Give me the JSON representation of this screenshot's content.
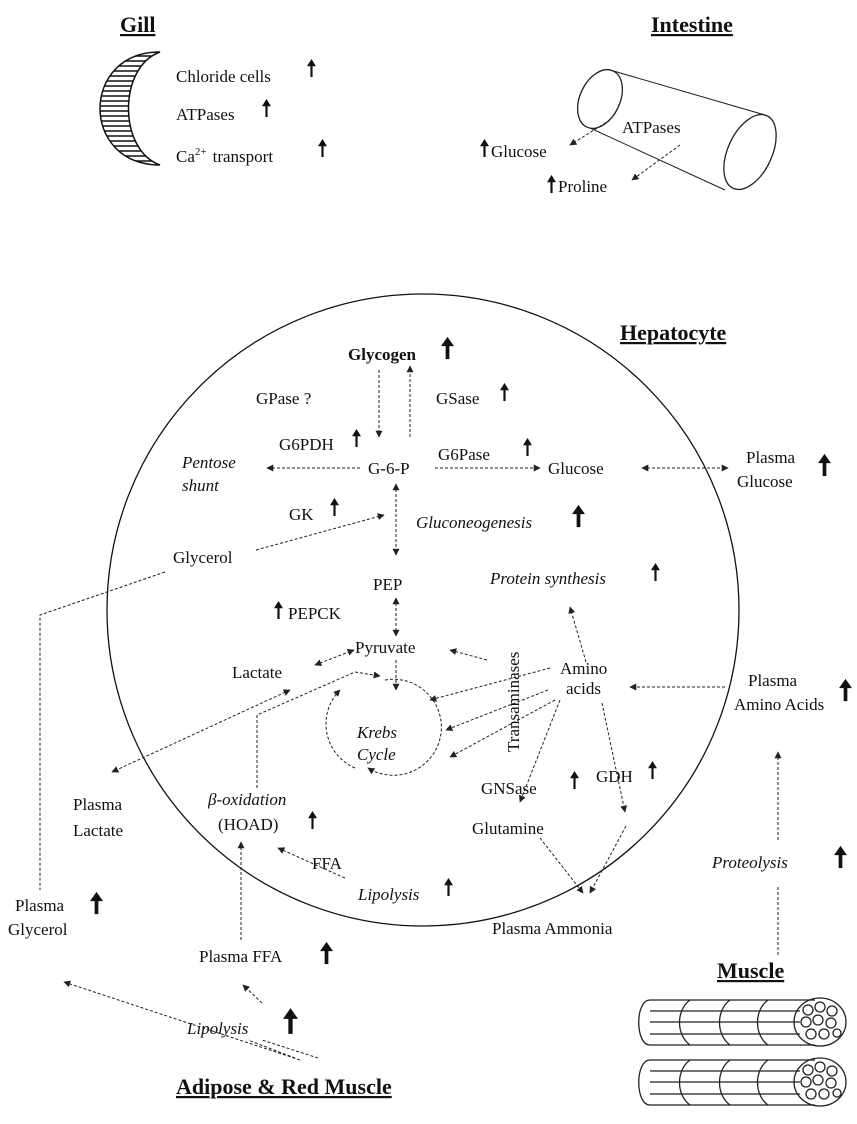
{
  "headers": {
    "gill": "Gill",
    "intestine": "Intestine",
    "hepatocyte": "Hepatocyte",
    "muscle": "Muscle",
    "adipose": "Adipose & Red Muscle"
  },
  "gill": {
    "chloride_cells": "Chloride cells",
    "atpases": "ATPases",
    "ca_transport_prefix": "Ca",
    "ca_transport_sup": "2+",
    "ca_transport_suffix": "transport"
  },
  "intestine": {
    "atpases": "ATPases",
    "glucose": "Glucose",
    "proline": "Proline"
  },
  "hepatocyte": {
    "glycogen": "Glycogen",
    "gpase": "GPase ?",
    "gsase": "GSase",
    "g6pdh": "G6PDH",
    "g6p": "G-6-P",
    "g6pase": "G6Pase",
    "glucose": "Glucose",
    "pentose_line1": "Pentose",
    "pentose_line2": "shunt",
    "gk": "GK",
    "gluconeogenesis": "Gluconeogenesis",
    "glycerol": "Glycerol",
    "pep": "PEP",
    "pepck": "PEPCK",
    "protein_synthesis": "Protein synthesis",
    "pyruvate": "Pyruvate",
    "lactate": "Lactate",
    "transaminases": "Transaminases",
    "amino_line1": "Amino",
    "amino_line2": "acids",
    "krebs_line1": "Krebs",
    "krebs_line2": "Cycle",
    "gdh": "GDH",
    "gnsase": "GNSase",
    "glutamine": "Glutamine",
    "beta_oxidation": "β-oxidation",
    "hoad": "(HOAD)",
    "ffa": "FFA",
    "lipolysis": "Lipolysis"
  },
  "outside": {
    "plasma_glucose_line1": "Plasma",
    "plasma_glucose_line2": "Glucose",
    "plasma_aa_line1": "Plasma",
    "plasma_aa_line2": "Amino Acids",
    "plasma_lactate_line1": "Plasma",
    "plasma_lactate_line2": "Lactate",
    "proteolysis": "Proteolysis",
    "plasma_glycerol_line1": "Plasma",
    "plasma_glycerol_line2": "Glycerol",
    "plasma_ffa": "Plasma  FFA",
    "plasma_ammonia": "Plasma Ammonia",
    "lipolysis": "Lipolysis"
  }
}
